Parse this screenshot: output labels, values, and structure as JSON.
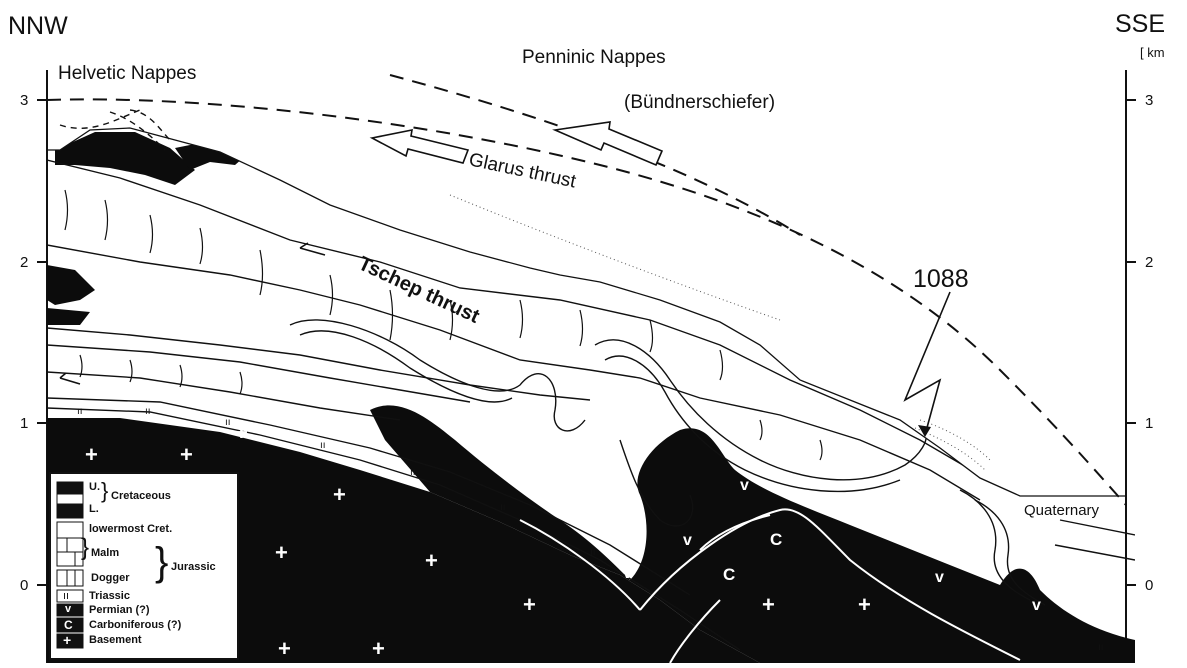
{
  "diagram": {
    "orientation": {
      "left": "NNW",
      "right": "SSE"
    },
    "units": "[ km",
    "depth_ticks_left": [
      "3",
      "2",
      "1",
      "0"
    ],
    "depth_ticks_right": [
      "3",
      "2",
      "1",
      "0"
    ],
    "labels": {
      "helvetic": "Helvetic Nappes",
      "penninic": "Penninic Nappes",
      "bundner": "(Bündnerschiefer)",
      "glarus": "Glarus thrust",
      "tschep": "Tschep thrust",
      "sample": "1088",
      "quaternary": "Quaternary"
    },
    "legend": {
      "u_cretaceous": "U.",
      "l_cretaceous": "L.",
      "cretaceous": "Cretaceous",
      "lowermost": "lowermost Cret.",
      "malm": "Malm",
      "dogger": "Dogger",
      "jurassic": "Jurassic",
      "triassic": "Triassic",
      "permian": "Permian (?)",
      "carboniferous": "Carboniferous (?)",
      "basement": "Basement",
      "sym_permian": "v",
      "sym_carb": "C",
      "sym_basement": "+",
      "sym_triassic": "ıı"
    },
    "map_symbols": {
      "basement": "+",
      "permian": "v",
      "carboniferous": "C",
      "triassic": "ıı"
    }
  }
}
